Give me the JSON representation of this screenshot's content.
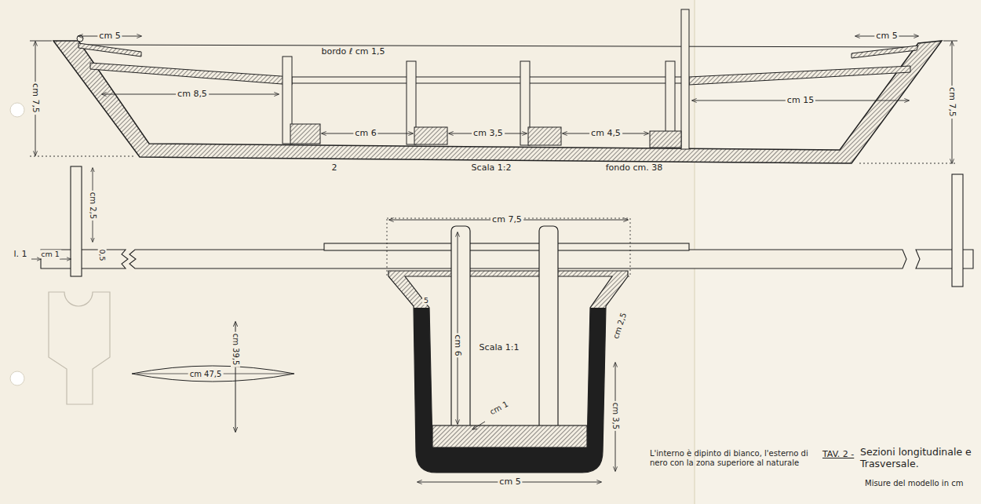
{
  "diagram": {
    "labels": [
      "cm 5",
      "bordo ℓ cm 1,5",
      "cm 5",
      "cm 7,5",
      "cm 8,5",
      "cm 15",
      "cm 7,5",
      "cm 6",
      "cm 3,5",
      "cm 4,5",
      "2",
      "Scala 1:2",
      "fondo cm. 38",
      "cm 2,5",
      "cm 1",
      "0,5",
      "l. 1",
      "cm 7,5",
      "cm 6",
      "Scala 1:1",
      "5",
      "cm 1",
      "cm 2,5",
      "cm 3,5",
      "cm 5",
      "cm 47,5",
      "cm 39,5",
      "L'interno è dipinto di bianco, l'esterno di nero con la zona superiore al naturale",
      "TAV. 2 -",
      "Sezioni longitudinale e Trasversale.",
      "Misure del modello in cm"
    ]
  }
}
